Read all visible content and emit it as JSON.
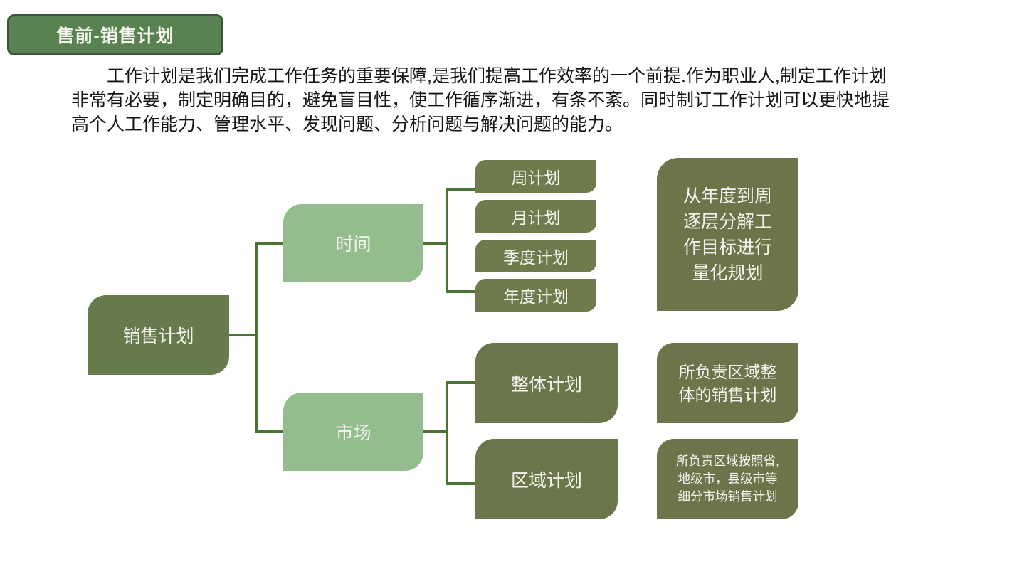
{
  "slide": {
    "title": "售前-销售计划",
    "intro": "工作计划是我们完成工作任务的重要保障,是我们提高工作效率的一个前提.作为职业人,制定工作计划非常有必要，制定明确目的，避免盲目性，使工作循序渐进，有条不紊。同时制订工作计划可以更快地提高个人工作能力、管理水平、发现问题、分析问题与解决问题的能力。"
  },
  "diagram": {
    "root_label": "销售计划",
    "time_branch": {
      "label": "时间",
      "items": [
        "周计划",
        "月计划",
        "季度计划",
        "年度计划"
      ],
      "note": "从年度到周\n逐层分解工\n作目标进行\n量化规划"
    },
    "market_branch": {
      "label": "市场",
      "items": [
        {
          "label": "整体计划",
          "note": "所负责区域整\n体的销售计划"
        },
        {
          "label": "区域计划",
          "note": "所负责区域按照省,\n地级市，县级市等\n细分市场销售计划"
        }
      ]
    }
  },
  "colors": {
    "title_box": "#588351",
    "title_box_border": "#3b5639",
    "root_box": "#667b4c",
    "dark_box": "#6c764b",
    "small_box": "#707b4d",
    "light_box": "#94bd8d",
    "note_box": "#6c744a",
    "connector": "#4b7434",
    "box_text": "#f5f5f0",
    "body_text": "#141414",
    "background": "#ffffff"
  }
}
